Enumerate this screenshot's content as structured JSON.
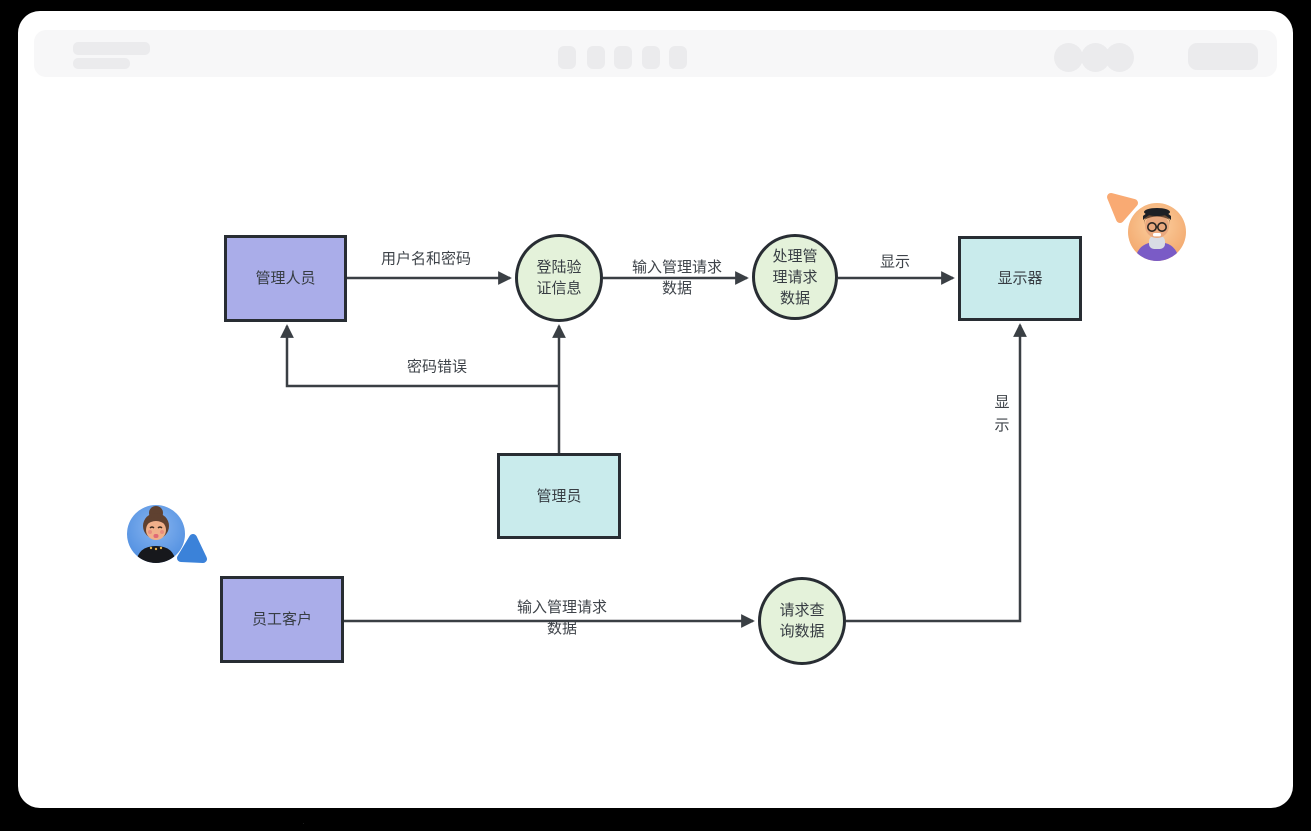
{
  "diagram": {
    "nodes": [
      {
        "id": "admin-staff",
        "shape": "rect",
        "label": "管理人员",
        "fill": "#aaade9"
      },
      {
        "id": "login-verify",
        "shape": "circle",
        "lines": [
          "登陆验",
          "证信息"
        ],
        "fill": "#e4f2da"
      },
      {
        "id": "process-admin-request",
        "shape": "circle",
        "lines": [
          "处理管",
          "理请求",
          "数据"
        ],
        "fill": "#e4f2da"
      },
      {
        "id": "display",
        "shape": "rect",
        "label": "显示器",
        "fill": "#c9ebec"
      },
      {
        "id": "admin",
        "shape": "rect",
        "label": "管理员",
        "fill": "#c9ebec"
      },
      {
        "id": "employee-client",
        "shape": "rect",
        "label": "员工客户",
        "fill": "#aaade9"
      },
      {
        "id": "query-data",
        "shape": "circle",
        "lines": [
          "请求查",
          "询数据"
        ],
        "fill": "#e4f2da"
      }
    ],
    "edges": [
      {
        "from": "admin-staff",
        "to": "login-verify",
        "label": "用户名和密码"
      },
      {
        "from": "login-verify",
        "to": "process-admin-request",
        "lines": [
          "输入管理请求",
          "数据"
        ]
      },
      {
        "from": "process-admin-request",
        "to": "display",
        "label": "显示"
      },
      {
        "from": "admin",
        "to": "admin-staff + login-verify",
        "label": "密码错误"
      },
      {
        "from": "employee-client",
        "to": "query-data",
        "lines": [
          "输入管理请求",
          "数据"
        ]
      },
      {
        "from": "query-data",
        "to": "display",
        "label": "显示",
        "orientation": "vertical"
      }
    ],
    "colors": {
      "node_purple": "#aaade9",
      "node_cyan": "#c9ebec",
      "node_green": "#e4f2da",
      "node_border": "#282d33",
      "edge_stroke": "#3a3f44",
      "cursor_orange": "#f9aa73",
      "cursor_blue": "#3b82d9",
      "avatar_bg_orange": "#f5a96b",
      "avatar_bg_blue": "#4c8cdf"
    }
  }
}
